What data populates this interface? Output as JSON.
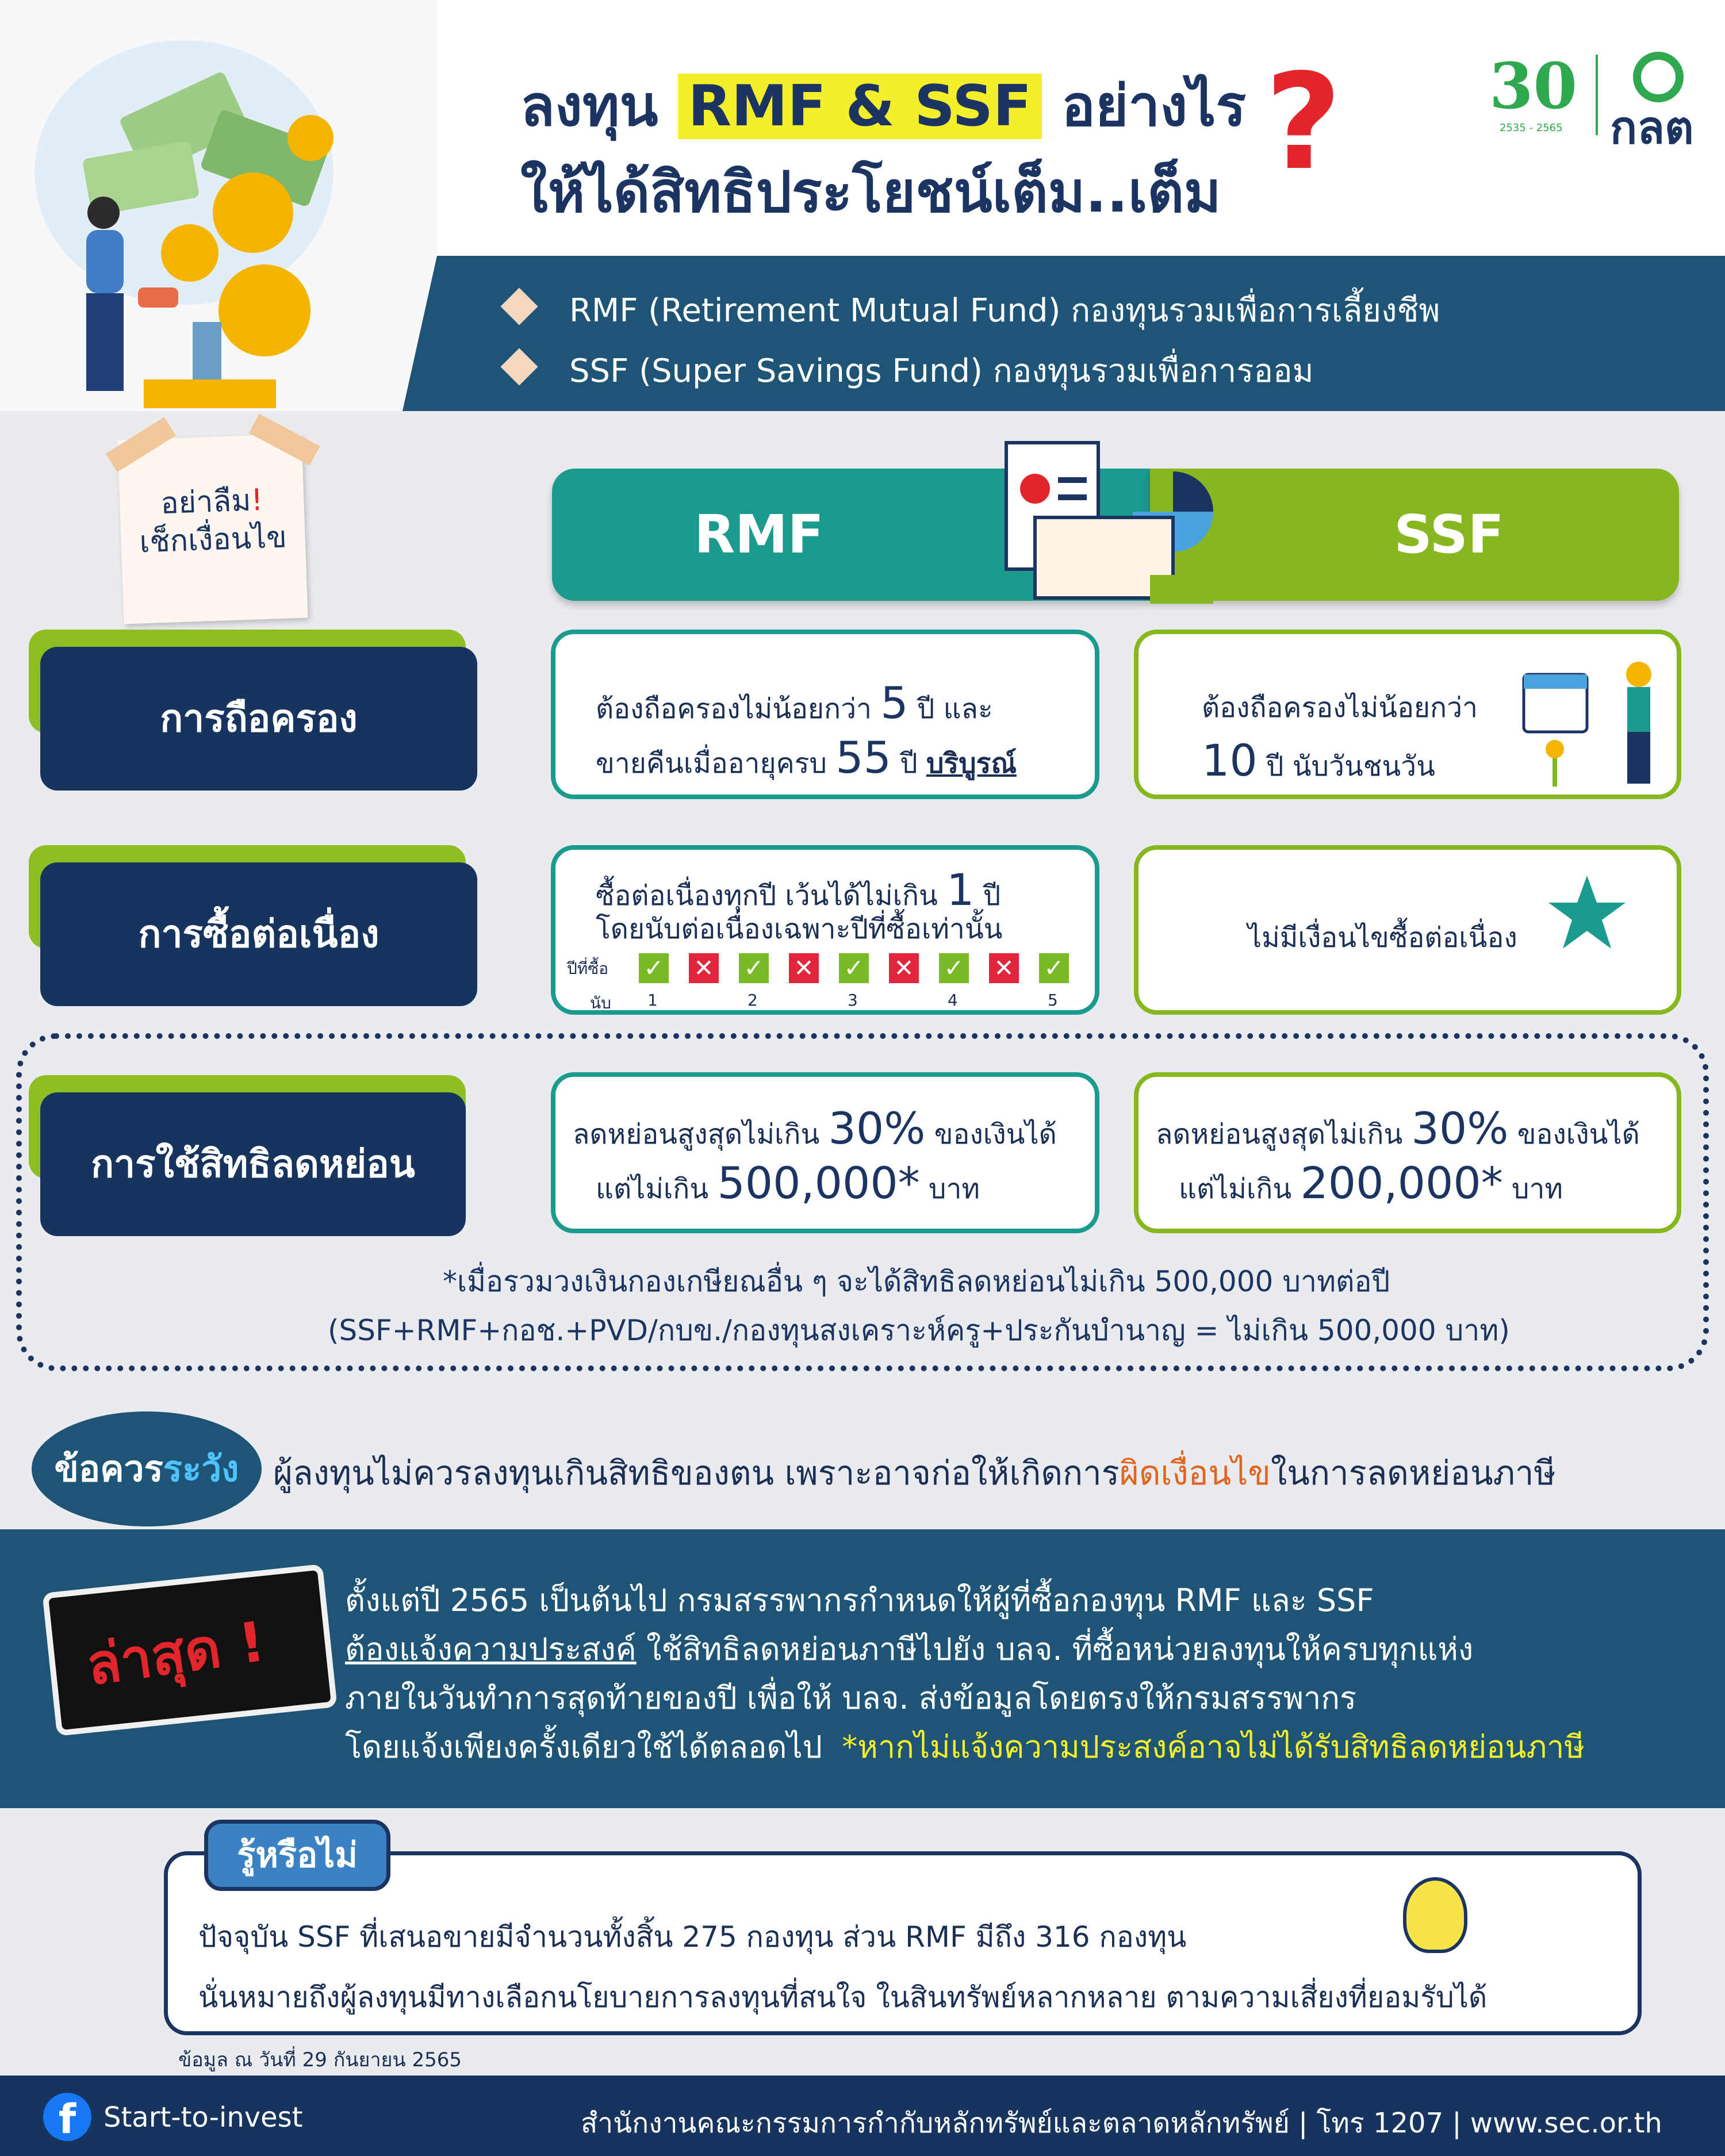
{
  "header": {
    "title_line1_pre": "ลงทุน",
    "title_line1_highlight": "RMF & SSF",
    "title_line1_post": "อย่างไร",
    "title_qmark": "?",
    "title_line2": "ให้ได้สิทธิประโยชน์เต็ม..เต็ม",
    "logo_anniv": "30",
    "logo_years": "2535 - 2565",
    "logo_org": "กลต",
    "defs": [
      "RMF  (Retirement Mutual Fund) กองทุนรวมเพื่อการเลี้ยงชีพ",
      "SSF  (Super Savings Fund) กองทุนรวมเพื่อการออม"
    ]
  },
  "note": {
    "line1": "อย่าลืม",
    "exclaim": "!",
    "line2": "เช็กเงื่อนไข"
  },
  "compare": {
    "col_rmf": "RMF",
    "col_ssf": "SSF",
    "rows": {
      "hold": {
        "label": "การถือครอง",
        "rmf_a": "ต้องถือครองไม่น้อยกว่า",
        "rmf_a_num": "5",
        "rmf_a_end": "ปี และ",
        "rmf_b": "ขายคืนเมื่ออายุครบ",
        "rmf_b_num": "55",
        "rmf_b_end": "ปี",
        "rmf_b_u": "บริบูรณ์",
        "ssf_a": "ต้องถือครองไม่น้อยกว่า",
        "ssf_b_num": "10",
        "ssf_b_end": "ปี นับวันชนวัน"
      },
      "buy": {
        "label": "การซื้อต่อเนื่อง",
        "rmf_a": "ซื้อต่อเนื่องทุกปี เว้นได้ไม่เกิน",
        "rmf_a_num": "1",
        "rmf_a_end": "ปี",
        "rmf_b": "โดยนับต่อเนื่องเฉพาะปีที่ซื้อเท่านั้น",
        "year_label": "ปีที่ซื้อ",
        "count_label": "นับ",
        "marks": [
          "yes",
          "no",
          "yes",
          "no",
          "yes",
          "no",
          "yes",
          "no",
          "yes"
        ],
        "counts": [
          "1",
          "2",
          "3",
          "4",
          "5"
        ],
        "ssf": "ไม่มีเงื่อนไขซื้อต่อเนื่อง"
      },
      "tax": {
        "label": "การใช้สิทธิลดหย่อน",
        "rmf_a": "ลดหย่อนสูงสุดไม่เกิน",
        "rmf_a_num": "30%",
        "rmf_a_end": "ของเงินได้",
        "rmf_b": "แต่ไม่เกิน",
        "rmf_b_num": "500,000*",
        "rmf_b_end": "บาท",
        "ssf_a": "ลดหย่อนสูงสุดไม่เกิน",
        "ssf_a_num": "30%",
        "ssf_a_end": "ของเงินได้",
        "ssf_b": "แต่ไม่เกิน",
        "ssf_b_num": "200,000*",
        "ssf_b_end": "บาท"
      }
    },
    "footnote1": "*เมื่อรวมวงเงินกองเกษียณอื่น ๆ จะได้สิทธิลดหย่อนไม่เกิน 500,000 บาทต่อปี",
    "footnote2": "(SSF+RMF+กอช.+PVD/กบข./กองทุนสงเคราะห์ครู+ประกันบำนาญ = ไม่เกิน 500,000 บาท)"
  },
  "caution": {
    "badge_a": "ข้อควร",
    "badge_b": "ระวัง",
    "text_a": "ผู้ลงทุนไม่ควรลงทุนเกินสิทธิของตน เพราะอาจก่อให้เกิดการ",
    "text_hl": "ผิดเงื่อนไข",
    "text_b": "ในการลดหย่อนภาษี"
  },
  "latest": {
    "badge": "ล่าสุด !",
    "line1": "ตั้งแต่ปี 2565 เป็นต้นไป กรมสรรพากรกำหนดให้ผู้ที่ซื้อกองทุน RMF และ SSF",
    "line2_u": "ต้องแจ้งความประสงค์",
    "line2": " ใช้สิทธิลดหย่อนภาษีไปยัง บลจ. ที่ซื้อหน่วยลงทุนให้ครบทุกแห่ง",
    "line3": "ภายในวันทำการสุดท้ายของปี เพื่อให้ บลจ. ส่งข้อมูลโดยตรงให้กรมสรรพากร",
    "line4": "โดยแจ้งเพียงครั้งเดียวใช้ได้ตลอดไป",
    "line4_y": "*หากไม่แจ้งความประสงค์อาจไม่ได้รับสิทธิลดหย่อนภาษี"
  },
  "know": {
    "tab": "รู้หรือไม่",
    "line1": "ปัจจุบัน SSF ที่เสนอขายมีจำนวนทั้งสิ้น 275 กองทุน  ส่วน RMF มีถึง 316 กองทุน",
    "line2": "นั่นหมายถึงผู้ลงทุนมีทางเลือกนโยบายการลงทุนที่สนใจ ในสินทรัพย์หลากหลาย ตามความเสี่ยงที่ยอมรับได้",
    "source": "ข้อมูล ณ วันที่ 29 กันยายน 2565"
  },
  "footer": {
    "fb_label": "Start-to-invest",
    "org": "สำนักงานคณะกรรมการกำกับหลักทรัพย์และตลาดหลักทรัพย์ | โทร 1207 | www.sec.or.th"
  }
}
